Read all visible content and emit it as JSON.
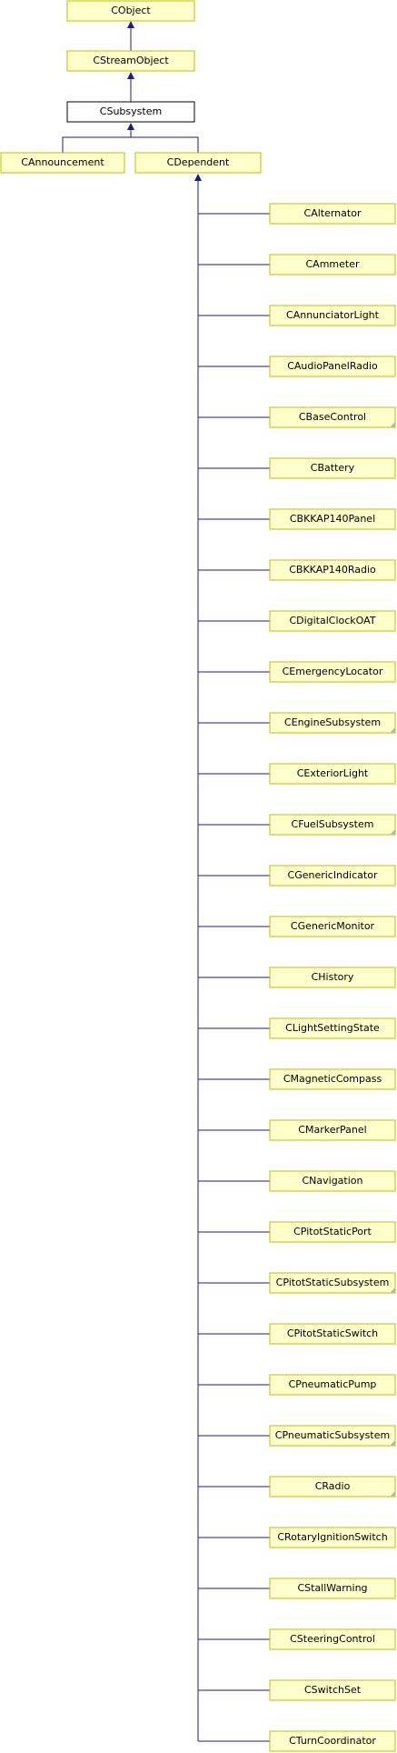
{
  "colors": {
    "node_fill": "#ffffcc",
    "node_border": "#bfbf00",
    "edge": "#1a1a8c"
  },
  "nodes": {
    "cobject": "CObject",
    "cstreamobject": "CStreamObject",
    "csubsystem": "CSubsystem",
    "cannouncement": "CAnnouncement",
    "cdependent": "CDependent"
  },
  "children": [
    {
      "name": "CAlternator",
      "truncated": false
    },
    {
      "name": "CAmmeter",
      "truncated": false
    },
    {
      "name": "CAnnunciatorLight",
      "truncated": false
    },
    {
      "name": "CAudioPanelRadio",
      "truncated": false
    },
    {
      "name": "CBaseControl",
      "truncated": true
    },
    {
      "name": "CBattery",
      "truncated": false
    },
    {
      "name": "CBKKAP140Panel",
      "truncated": false
    },
    {
      "name": "CBKKAP140Radio",
      "truncated": false
    },
    {
      "name": "CDigitalClockOAT",
      "truncated": false
    },
    {
      "name": "CEmergencyLocator",
      "truncated": false
    },
    {
      "name": "CEngineSubsystem",
      "truncated": true
    },
    {
      "name": "CExteriorLight",
      "truncated": false
    },
    {
      "name": "CFuelSubsystem",
      "truncated": true
    },
    {
      "name": "CGenericIndicator",
      "truncated": false
    },
    {
      "name": "CGenericMonitor",
      "truncated": false
    },
    {
      "name": "CHistory",
      "truncated": false
    },
    {
      "name": "CLightSettingState",
      "truncated": false
    },
    {
      "name": "CMagneticCompass",
      "truncated": false
    },
    {
      "name": "CMarkerPanel",
      "truncated": false
    },
    {
      "name": "CNavigation",
      "truncated": false
    },
    {
      "name": "CPitotStaticPort",
      "truncated": false
    },
    {
      "name": "CPitotStaticSubsystem",
      "truncated": true
    },
    {
      "name": "CPitotStaticSwitch",
      "truncated": false
    },
    {
      "name": "CPneumaticPump",
      "truncated": false
    },
    {
      "name": "CPneumaticSubsystem",
      "truncated": true
    },
    {
      "name": "CRadio",
      "truncated": true
    },
    {
      "name": "CRotaryIgnitionSwitch",
      "truncated": false
    },
    {
      "name": "CStallWarning",
      "truncated": false
    },
    {
      "name": "CSteeringControl",
      "truncated": false
    },
    {
      "name": "CSwitchSet",
      "truncated": false
    },
    {
      "name": "CTurnCoordinator",
      "truncated": false
    }
  ]
}
